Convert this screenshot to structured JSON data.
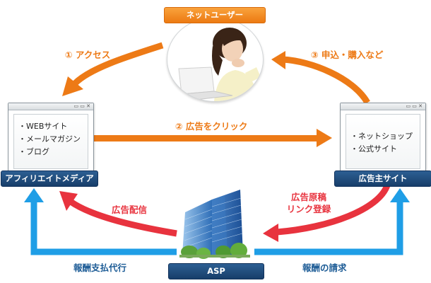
{
  "nodes": {
    "user": "ネットユーザー",
    "media": "アフィリエイトメディア",
    "advertiser": "広告主サイト",
    "asp": "ASP"
  },
  "media_window": {
    "items": [
      "・WEBサイト",
      "・メールマガジン",
      "・ブログ"
    ]
  },
  "advertiser_window": {
    "items": [
      "・ネットショップ",
      "・公式サイト"
    ]
  },
  "steps": {
    "access": "① アクセス",
    "click": "② 広告をクリック",
    "apply": "③ 申込・購入など"
  },
  "flows": {
    "ad_delivery": "広告配信",
    "ad_copy_line1": "広告原稿",
    "ad_copy_line2": "リンク登録",
    "payment_agency": "報酬支払代行",
    "fee_billing": "報酬の請求"
  },
  "colors": {
    "orange": "#ed7a16",
    "red": "#e8333e",
    "blue": "#1f9ee6",
    "navy": "#1d4e84"
  },
  "icons": {
    "user": "woman-at-laptop-icon",
    "asp": "office-building-icon",
    "window_controls": "window-controls-icon"
  }
}
